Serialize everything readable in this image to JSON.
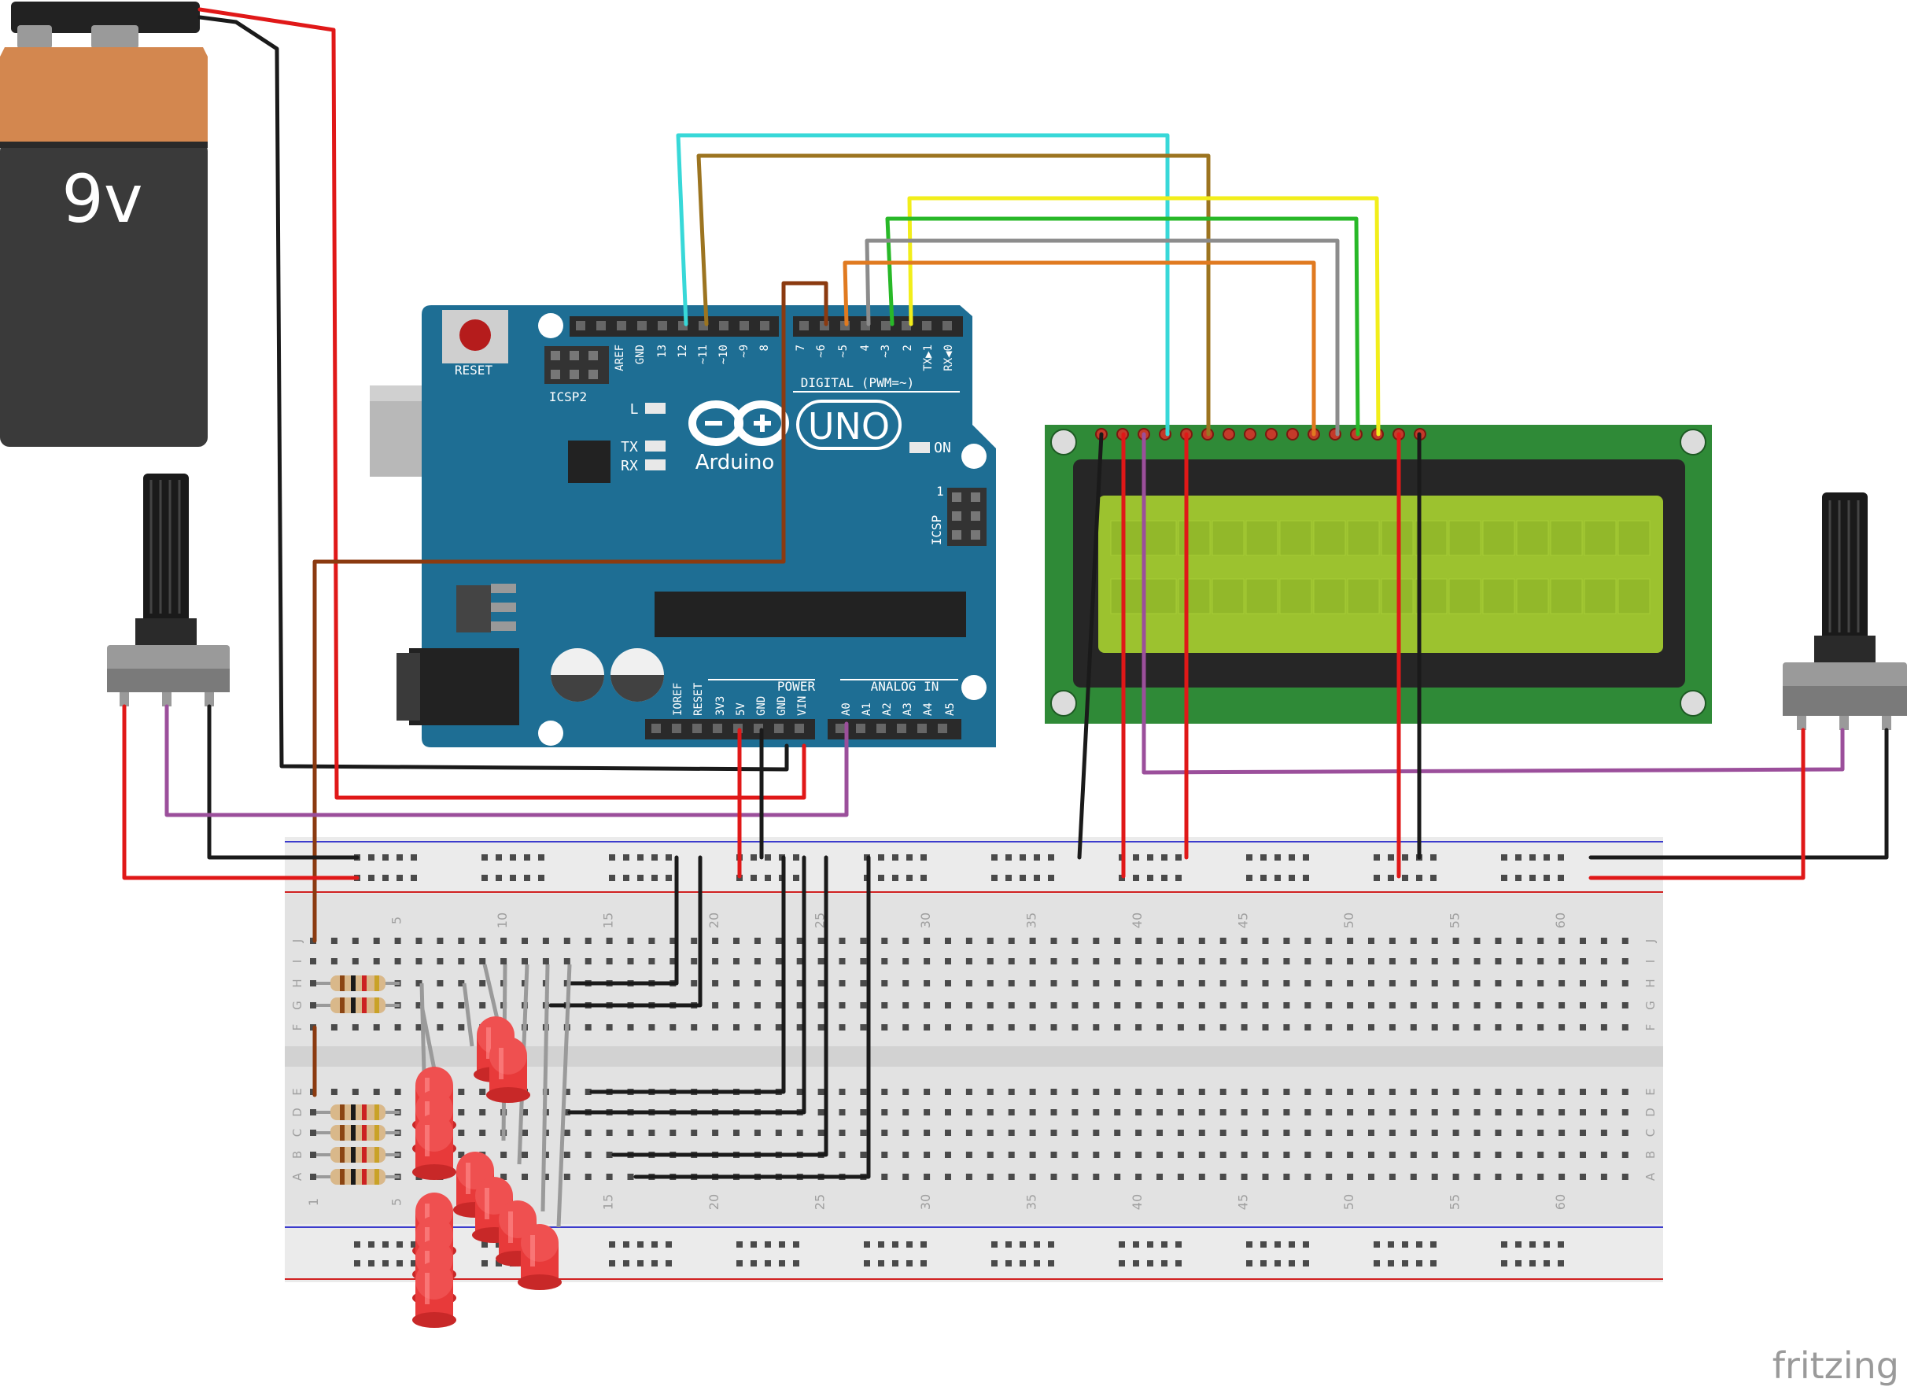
{
  "battery": {
    "label": "9v"
  },
  "arduino": {
    "reset_label": "RESET",
    "icsp2_label": "ICSP2",
    "icsp_label": "ICSP",
    "icsp_pin_one": "1",
    "logo_text": "Arduino",
    "model": "UNO",
    "led_l": "L",
    "led_tx": "TX",
    "led_rx": "RX",
    "led_on": "ON",
    "digital_label": "DIGITAL (PWM=~)",
    "power_label": "POWER",
    "analog_label": "ANALOG IN",
    "top_pins": [
      "AREF",
      "GND",
      "13",
      "12",
      "~11",
      "~10",
      "~9",
      "8",
      "7",
      "~6",
      "~5",
      "4",
      "~3",
      "2",
      "TX▶1",
      "RX◀0"
    ],
    "bottom_pins": [
      "IOREF",
      "RESET",
      "3V3",
      "5V",
      "GND",
      "GND",
      "VIN",
      "A0",
      "A1",
      "A2",
      "A3",
      "A4",
      "A5"
    ]
  },
  "breadboard": {
    "column_numbers": [
      "5",
      "10",
      "15",
      "20",
      "25",
      "30",
      "35",
      "40",
      "45",
      "50",
      "55",
      "60"
    ],
    "row_letters_top": [
      "J",
      "I",
      "H",
      "G",
      "F"
    ],
    "row_letters_bottom": [
      "E",
      "D",
      "C",
      "B",
      "A"
    ],
    "column_one": "1"
  },
  "watermark": "fritzing",
  "colors": {
    "arduino_board": "#1e6e94",
    "lcd_pcb": "#2f8a37",
    "lcd_screen": "#9cc22f",
    "battery_top": "#d3874f",
    "battery_body": "#333333",
    "wire_red": "#e01818",
    "wire_black": "#1a1a1a",
    "wire_purple": "#9b4f9b",
    "wire_brown": "#8b3a10",
    "wire_cyan": "#38d8d8",
    "wire_olive": "#9c7420",
    "wire_yellow": "#f2ee1a",
    "wire_green": "#28b828",
    "wire_gray": "#8c8c8c",
    "wire_orange": "#e07a20",
    "led_red": "#e83a3a"
  }
}
